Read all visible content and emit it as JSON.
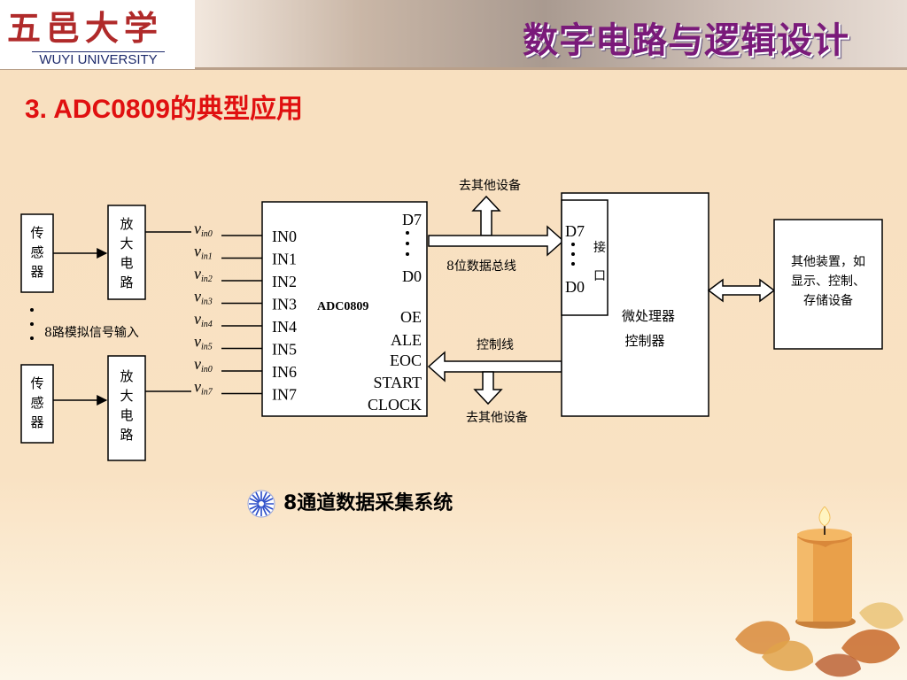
{
  "header": {
    "logo_cn": "五邑大学",
    "logo_en": "WUYI UNIVERSITY",
    "course_title": "数字电路与逻辑设计"
  },
  "slide_title": "3. ADC0809的典型应用",
  "diagram": {
    "sensor_label": "传感器",
    "amplifier_label": "放大电路",
    "analog_inputs_label": "8路模拟信号输入",
    "input_signals": [
      "v",
      "v",
      "v",
      "v",
      "v",
      "v",
      "v",
      "v"
    ],
    "input_subscripts": [
      "in0",
      "in1",
      "in2",
      "in3",
      "in4",
      "in5",
      "in0",
      "in7"
    ],
    "adc": {
      "name": "ADC0809",
      "inputs": [
        "IN0",
        "IN1",
        "IN2",
        "IN3",
        "IN4",
        "IN5",
        "IN6",
        "IN7"
      ],
      "outputs": [
        "D7",
        "D0",
        "OE",
        "ALE",
        "EOC",
        "START",
        "CLOCK"
      ]
    },
    "data_bus_label": "8位数据总线",
    "control_line_label": "控制线",
    "other_device_top": "去其他设备",
    "other_device_bottom": "去其他设备",
    "interface": {
      "d7": "D7",
      "d0": "D0",
      "label_1": "接",
      "label_2": "口"
    },
    "microprocessor": {
      "line1": "微处理器",
      "line2": "控制器"
    },
    "other_devices_box": {
      "line1": "其他装置，如",
      "line2": "显示、控制、",
      "line3": "存储设备"
    }
  },
  "caption": "8通道数据采集系统",
  "colors": {
    "title_red": "#e01010",
    "course_purple": "#7a1a7a",
    "logo_red": "#b02a2a",
    "background": "#f8dfbf"
  },
  "icons": [
    "caption-bullet-icon",
    "candle-decoration",
    "leaves-decoration"
  ]
}
